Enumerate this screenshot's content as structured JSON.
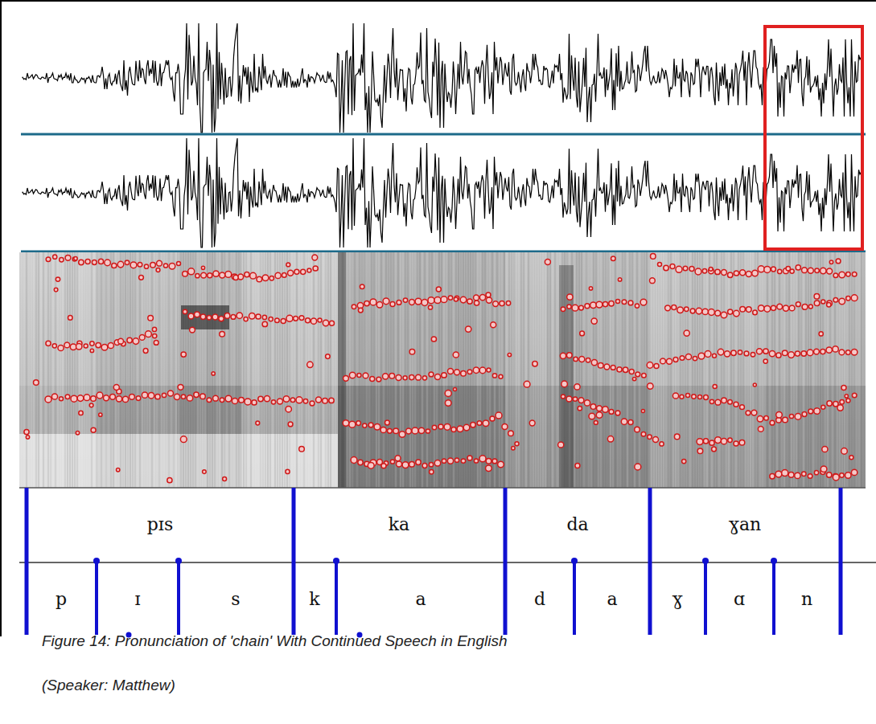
{
  "diagram": {
    "caption": "Figure 14: Pronunciation of 'chain' With Continued Speech in English",
    "labels": [
      "pɪs",
      "ka",
      "da",
      "ɣan",
      "p",
      "ɪ",
      "s",
      "k",
      "a",
      "d",
      "a",
      "ɣ",
      "ɑ",
      "n",
      "(Speaker: Matthew)"
    ]
  }
}
